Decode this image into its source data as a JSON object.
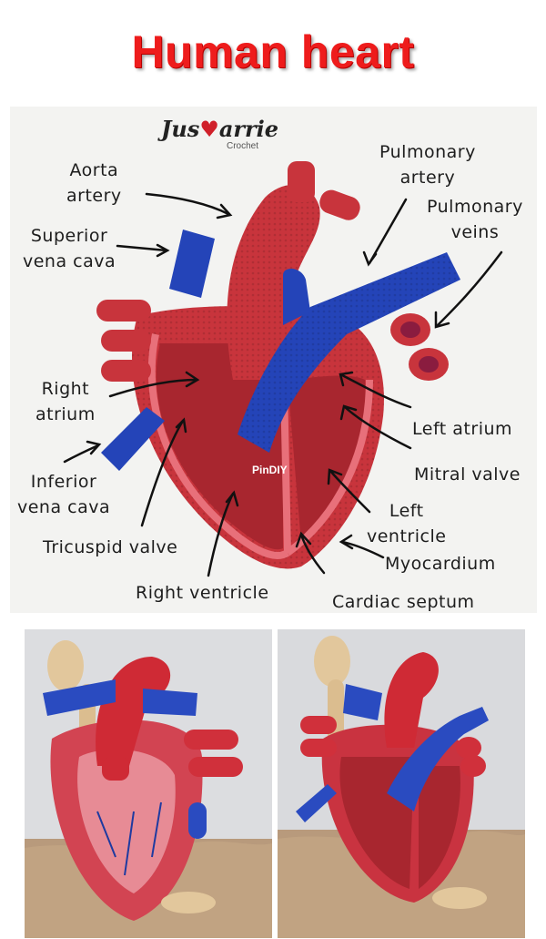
{
  "title": "Human heart",
  "logo": {
    "brand_a": "Jus",
    "brand_b": "arrie",
    "heart_glyph": "♥",
    "sub": "Crochet"
  },
  "labels": {
    "aorta": "Aorta\nartery",
    "superior_vena_cava": "Superior\nvena cava",
    "pulmonary_artery": "Pulmonary\nartery",
    "pulmonary_veins": "Pulmonary\nveins",
    "right_atrium": "Right\natrium",
    "inferior_vena_cava": "Inferior\nvena cava",
    "left_atrium": "Left atrium",
    "mitral_valve": "Mitral valve",
    "left_ventricle": "Left\nventricle",
    "myocardium": "Myocardium",
    "tricuspid_valve": "Tricuspid valve",
    "right_ventricle": "Right ventricle",
    "cardiac_septum": "Cardiac septum"
  },
  "watermark": "PinDIY",
  "colors": {
    "title": "#ee1c1c",
    "muscle": "#c8343c",
    "vessel_blue": "#2444b8",
    "lining": "#e8707a"
  }
}
